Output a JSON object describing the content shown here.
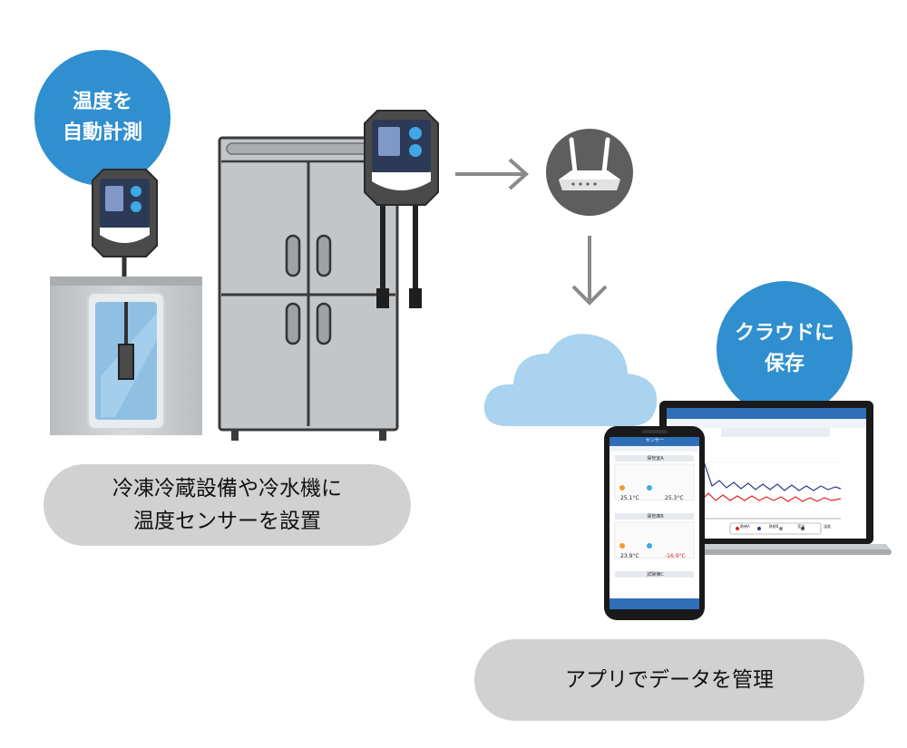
{
  "badges": {
    "auto_measure": [
      "温度を",
      "自動計測"
    ],
    "cloud_save": [
      "クラウドに",
      "保存"
    ]
  },
  "captions": {
    "sensor_install": [
      "冷凍冷蔵設備や冷水機に",
      "温度センサーを設置"
    ],
    "app_manage": "アプリでデータを管理"
  },
  "phone_screen": {
    "title": "センサー",
    "section_1": "保管室A",
    "section_2": "保管庫B",
    "section_3": "試験棟C",
    "reading_1": "25.1°C",
    "reading_2": "25.3°C",
    "reading_3": "23.9°C",
    "reading_4": "-16.9°C"
  },
  "laptop_screen": {
    "legend": [
      "熱感A",
      "熱感B",
      "室温",
      "湿度"
    ]
  },
  "colors": {
    "accent_blue": "#2f8fcf",
    "caption_pill": "#d1d1d1",
    "cloud": "#a9d3ee",
    "arrow": "#8a8a8a",
    "cabinet": "#c3c6c9",
    "sensor_body": "#2c3a57"
  },
  "icons": [
    "thermometer-sensor-icon",
    "refrigerator-icon",
    "router-icon",
    "cloud-icon",
    "smartphone-icon",
    "laptop-icon",
    "arrow-right-icon",
    "arrow-down-icon"
  ]
}
